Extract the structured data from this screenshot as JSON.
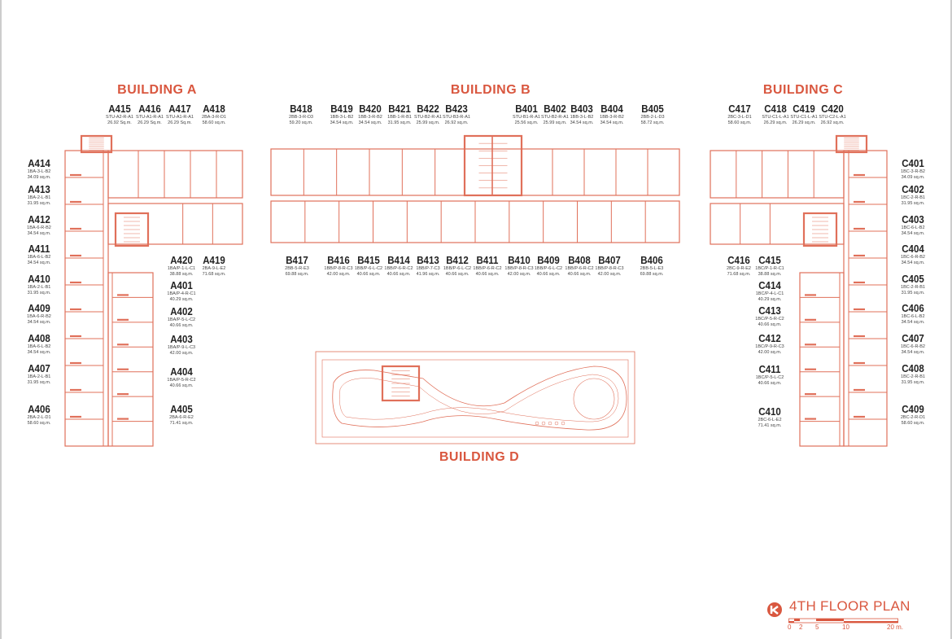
{
  "buildings": {
    "a": "BUILDING A",
    "b": "BUILDING B",
    "c": "BUILDING C",
    "d": "BUILDING D"
  },
  "units": [
    {
      "id": "A415",
      "code": "STU-A2-R-A1",
      "area": "26.92 Sq.m."
    },
    {
      "id": "A416",
      "code": "STU-A1-R-A1",
      "area": "26.29 Sq.m."
    },
    {
      "id": "A417",
      "code": "STU-A1-R-A1",
      "area": "26.29 Sq.m."
    },
    {
      "id": "A418",
      "code": "2BA-3-R-D1",
      "area": "58.60 sq.m."
    },
    {
      "id": "A414",
      "code": "1BA-3-L-B2",
      "area": "34.09 sq.m."
    },
    {
      "id": "A413",
      "code": "1BA-2-L-B1",
      "area": "31.95 sq.m."
    },
    {
      "id": "A412",
      "code": "1BA-6-R-B2",
      "area": "34.54 sq.m."
    },
    {
      "id": "A411",
      "code": "1BA-6-L-B2",
      "area": "34.54 sq.m."
    },
    {
      "id": "A410",
      "code": "1BA-2-L-B1",
      "area": "31.95 sq.m."
    },
    {
      "id": "A409",
      "code": "1BA-6-R-B2",
      "area": "34.54 sq.m."
    },
    {
      "id": "A408",
      "code": "1BA-6-L-B2",
      "area": "34.54 sq.m."
    },
    {
      "id": "A407",
      "code": "1BA-2-L-B1",
      "area": "31.95 sq.m."
    },
    {
      "id": "A406",
      "code": "2BA-2-L-D1",
      "area": "58.60 sq.m."
    },
    {
      "id": "A420",
      "code": "1BA/P-1-L-C1",
      "area": "38.88 sq.m."
    },
    {
      "id": "A419",
      "code": "2BA-9-L-E2",
      "area": "71.68 sq.m."
    },
    {
      "id": "A401",
      "code": "1BA/P-4-R-C1",
      "area": "40.29 sq.m."
    },
    {
      "id": "A402",
      "code": "1BA/P-5-L-C2",
      "area": "40.66 sq.m."
    },
    {
      "id": "A403",
      "code": "1BA/P-9-L-C3",
      "area": "42.00 sq.m."
    },
    {
      "id": "A404",
      "code": "1BA/P-5-R-C2",
      "area": "40.66 sq.m."
    },
    {
      "id": "A405",
      "code": "2BA-6-R-E2",
      "area": "71.41 sq.m."
    },
    {
      "id": "B418",
      "code": "2BB-3-R-D3",
      "area": "59.20 sq.m."
    },
    {
      "id": "B419",
      "code": "1BB-3-L-B2",
      "area": "34.54 sq.m."
    },
    {
      "id": "B420",
      "code": "1BB-3-R-B2",
      "area": "34.54 sq.m."
    },
    {
      "id": "B421",
      "code": "1BB-1-R-B1",
      "area": "31.95 sq.m."
    },
    {
      "id": "B422",
      "code": "STU-B2-R-A1",
      "area": "25.99 sq.m."
    },
    {
      "id": "B423",
      "code": "STU-B3-R-A1",
      "area": "26.92 sq.m."
    },
    {
      "id": "B401",
      "code": "STU-B1-R-A1",
      "area": "25.56 sq.m."
    },
    {
      "id": "B402",
      "code": "STU-B2-R-A1",
      "area": "25.99 sq.m."
    },
    {
      "id": "B403",
      "code": "1BB-3-L-B2",
      "area": "34.54 sq.m."
    },
    {
      "id": "B404",
      "code": "1BB-3-R-B2",
      "area": "34.54 sq.m."
    },
    {
      "id": "B405",
      "code": "2BB-2-L-D3",
      "area": "58.72 sq.m."
    },
    {
      "id": "B417",
      "code": "2BB-5-R-E3",
      "area": "69.88 sq.m."
    },
    {
      "id": "B416",
      "code": "1BB/P-8-R-C3",
      "area": "42.00 sq.m."
    },
    {
      "id": "B415",
      "code": "1BB/P-6-L-C2",
      "area": "40.66 sq.m."
    },
    {
      "id": "B414",
      "code": "1BB/P-6-R-C2",
      "area": "40.66 sq.m."
    },
    {
      "id": "B413",
      "code": "1BB/P-7-C3",
      "area": "41.96 sq.m."
    },
    {
      "id": "B412",
      "code": "1BB/P-6-L-C2",
      "area": "40.66 sq.m."
    },
    {
      "id": "B411",
      "code": "1BB/P-6-R-C2",
      "area": "40.66 sq.m."
    },
    {
      "id": "B410",
      "code": "1BB/P-8-R-C3",
      "area": "42.00 sq.m."
    },
    {
      "id": "B409",
      "code": "1BB/P-6-L-C2",
      "area": "40.66 sq.m."
    },
    {
      "id": "B408",
      "code": "1BB/P-6-R-C2",
      "area": "40.66 sq.m."
    },
    {
      "id": "B407",
      "code": "1BB/P-8-R-C3",
      "area": "42.00 sq.m."
    },
    {
      "id": "B406",
      "code": "2BB-5-L-E3",
      "area": "69.88 sq.m."
    },
    {
      "id": "C417",
      "code": "2BC-3-L-D1",
      "area": "58.60 sq.m."
    },
    {
      "id": "C418",
      "code": "STU-C1-L-A1",
      "area": "26.29 sq.m."
    },
    {
      "id": "C419",
      "code": "STU-C1-L-A1",
      "area": "26.29 sq.m."
    },
    {
      "id": "C420",
      "code": "STU-C2-L-A1",
      "area": "26.92 sq.m."
    },
    {
      "id": "C401",
      "code": "1BC-3-R-B2",
      "area": "34.09 sq.m."
    },
    {
      "id": "C402",
      "code": "1BC-2-R-B1",
      "area": "31.95 sq.m."
    },
    {
      "id": "C403",
      "code": "1BC-6-L-B2",
      "area": "34.54 sq.m."
    },
    {
      "id": "C404",
      "code": "1BC-6-R-B2",
      "area": "34.54 sq.m."
    },
    {
      "id": "C405",
      "code": "1BC-2-R-B1",
      "area": "31.95 sq.m."
    },
    {
      "id": "C406",
      "code": "1BC-6-L-B2",
      "area": "34.54 sq.m."
    },
    {
      "id": "C407",
      "code": "1BC-6-R-B2",
      "area": "34.54 sq.m."
    },
    {
      "id": "C408",
      "code": "1BC-2-R-B1",
      "area": "31.95 sq.m."
    },
    {
      "id": "C409",
      "code": "2BC-2-R-D1",
      "area": "58.60 sq.m."
    },
    {
      "id": "C416",
      "code": "2BC-9-R-E2",
      "area": "71.68 sq.m."
    },
    {
      "id": "C415",
      "code": "1BC/P-1-R-C1",
      "area": "38.88 sq.m."
    },
    {
      "id": "C414",
      "code": "1BC/P-4-L-C1",
      "area": "40.29 sq.m."
    },
    {
      "id": "C413",
      "code": "1BC/P-5-R-C2",
      "area": "40.66 sq.m."
    },
    {
      "id": "C412",
      "code": "1BC/P-9-R-C3",
      "area": "42.00 sq.m."
    },
    {
      "id": "C411",
      "code": "1BC/P-5-L-C2",
      "area": "40.66 sq.m."
    },
    {
      "id": "C410",
      "code": "2BC-6-L-E2",
      "area": "71.41 sq.m."
    }
  ],
  "legend": {
    "title": "4TH   FLOOR PLAN",
    "scale_ticks": [
      "0",
      "2",
      "5",
      "10",
      "20 m."
    ]
  },
  "colors": {
    "accent": "#d9573f",
    "line": "#e0705a"
  }
}
